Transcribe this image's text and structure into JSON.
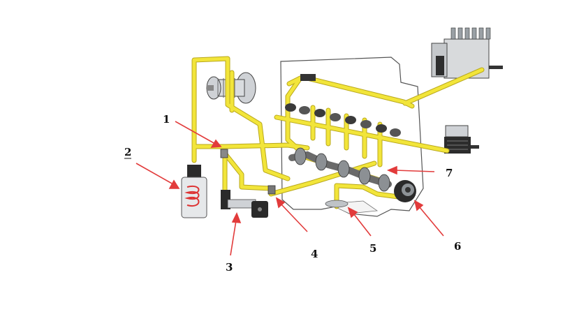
{
  "colors": {
    "oil_line": "#f2e53a",
    "oil_line_edge": "#b9a81c",
    "arrow": "#e23b3b",
    "engine_block": "#ffffff",
    "engine_block_edge": "#555555",
    "component": "#bfc3c7",
    "component_dark": "#2a2a2a",
    "background": "#ffffff"
  },
  "callouts": [
    {
      "id": "1",
      "label": "1"
    },
    {
      "id": "2",
      "label": "2"
    },
    {
      "id": "3",
      "label": "3"
    },
    {
      "id": "4",
      "label": "4"
    },
    {
      "id": "5",
      "label": "5"
    },
    {
      "id": "6",
      "label": "6"
    },
    {
      "id": "7",
      "label": "7"
    }
  ]
}
